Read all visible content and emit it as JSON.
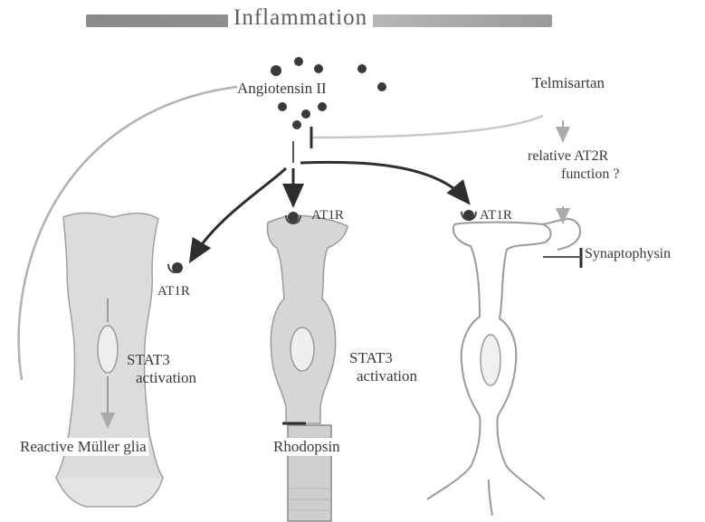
{
  "title": "Inflammation",
  "labels": {
    "angiotensin": "Angiotensin II",
    "telmisartan": "Telmisartan",
    "at2r_line1": "relative AT2R",
    "at2r_line2": "function ?",
    "at1r_glia": "AT1R",
    "at1r_rod": "AT1R",
    "at1r_neuron": "AT1R",
    "synaptophysin": "Synaptophysin",
    "stat3_glia_line1": "STAT3",
    "stat3_glia_line2": "activation",
    "stat3_rod_line1": "STAT3",
    "stat3_rod_line2": "activation",
    "muller": "Reactive Müller glia",
    "rhodopsin": "Rhodopsin"
  },
  "colors": {
    "ligand": "#333333",
    "arrow_dark": "#2e2e2e",
    "arrow_light": "#b0b0b0",
    "cell_fill": "#d9d9d9",
    "cell_outline": "#8a8a8a"
  },
  "icons": [
    "angiotensin-ii-molecule",
    "at1r-receptor",
    "inhibition-bar",
    "arrow"
  ]
}
